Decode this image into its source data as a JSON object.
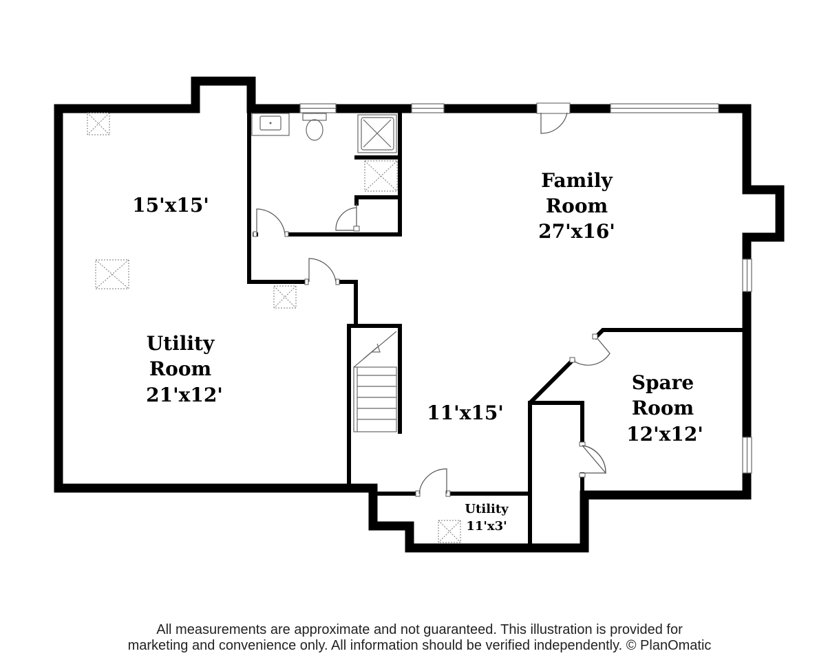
{
  "rooms": {
    "room_a": {
      "name": "",
      "dim": "15'x15'"
    },
    "utility_room": {
      "name_line1": "Utility",
      "name_line2": "Room",
      "dim": "21'x12'"
    },
    "family_room": {
      "name_line1": "Family",
      "name_line2": "Room",
      "dim": "27'x16'"
    },
    "hall": {
      "dim": "11'x15'"
    },
    "spare_room": {
      "name_line1": "Spare",
      "name_line2": "Room",
      "dim": "12'x12'"
    },
    "utility_small": {
      "name": "Utility",
      "dim": "11'x3'"
    }
  },
  "disclaimer": {
    "line1": "All measurements are approximate and not guaranteed. This illustration is provided for",
    "line2": "marketing and convenience only. All information should be verified independently. © PlanOmatic"
  }
}
